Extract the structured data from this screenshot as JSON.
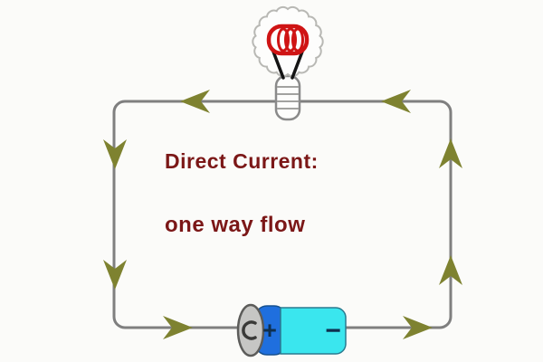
{
  "title": "Direct current circuit diagram",
  "caption": {
    "line1": "Direct Current:",
    "line2": "one way flow"
  },
  "battery": {
    "positive_label": "+",
    "negative_label": "−"
  },
  "diagram": {
    "type": "electric-circuit",
    "components": [
      "light bulb with filament coil",
      "battery cell",
      "rectangular wire loop"
    ],
    "flow_direction": "counterclockwise",
    "arrows": [
      {
        "side": "top-left",
        "direction": "left"
      },
      {
        "side": "top-right",
        "direction": "left"
      },
      {
        "side": "left-upper",
        "direction": "down"
      },
      {
        "side": "left-lower",
        "direction": "down"
      },
      {
        "side": "bottom-left",
        "direction": "right"
      },
      {
        "side": "bottom-right",
        "direction": "right"
      },
      {
        "side": "right-upper",
        "direction": "up"
      },
      {
        "side": "right-lower",
        "direction": "up"
      }
    ]
  },
  "colors": {
    "background": "#fbfbf9",
    "wire": "#7f7f7f",
    "arrow": "#7e8230",
    "filament": "#cf1414",
    "text": "#7b1717",
    "battery_body": "#3ae6ee",
    "battery_band": "#1f6fde",
    "battery_cap": "#c6c6c4",
    "battery_symbol": "#0f2f4e"
  }
}
